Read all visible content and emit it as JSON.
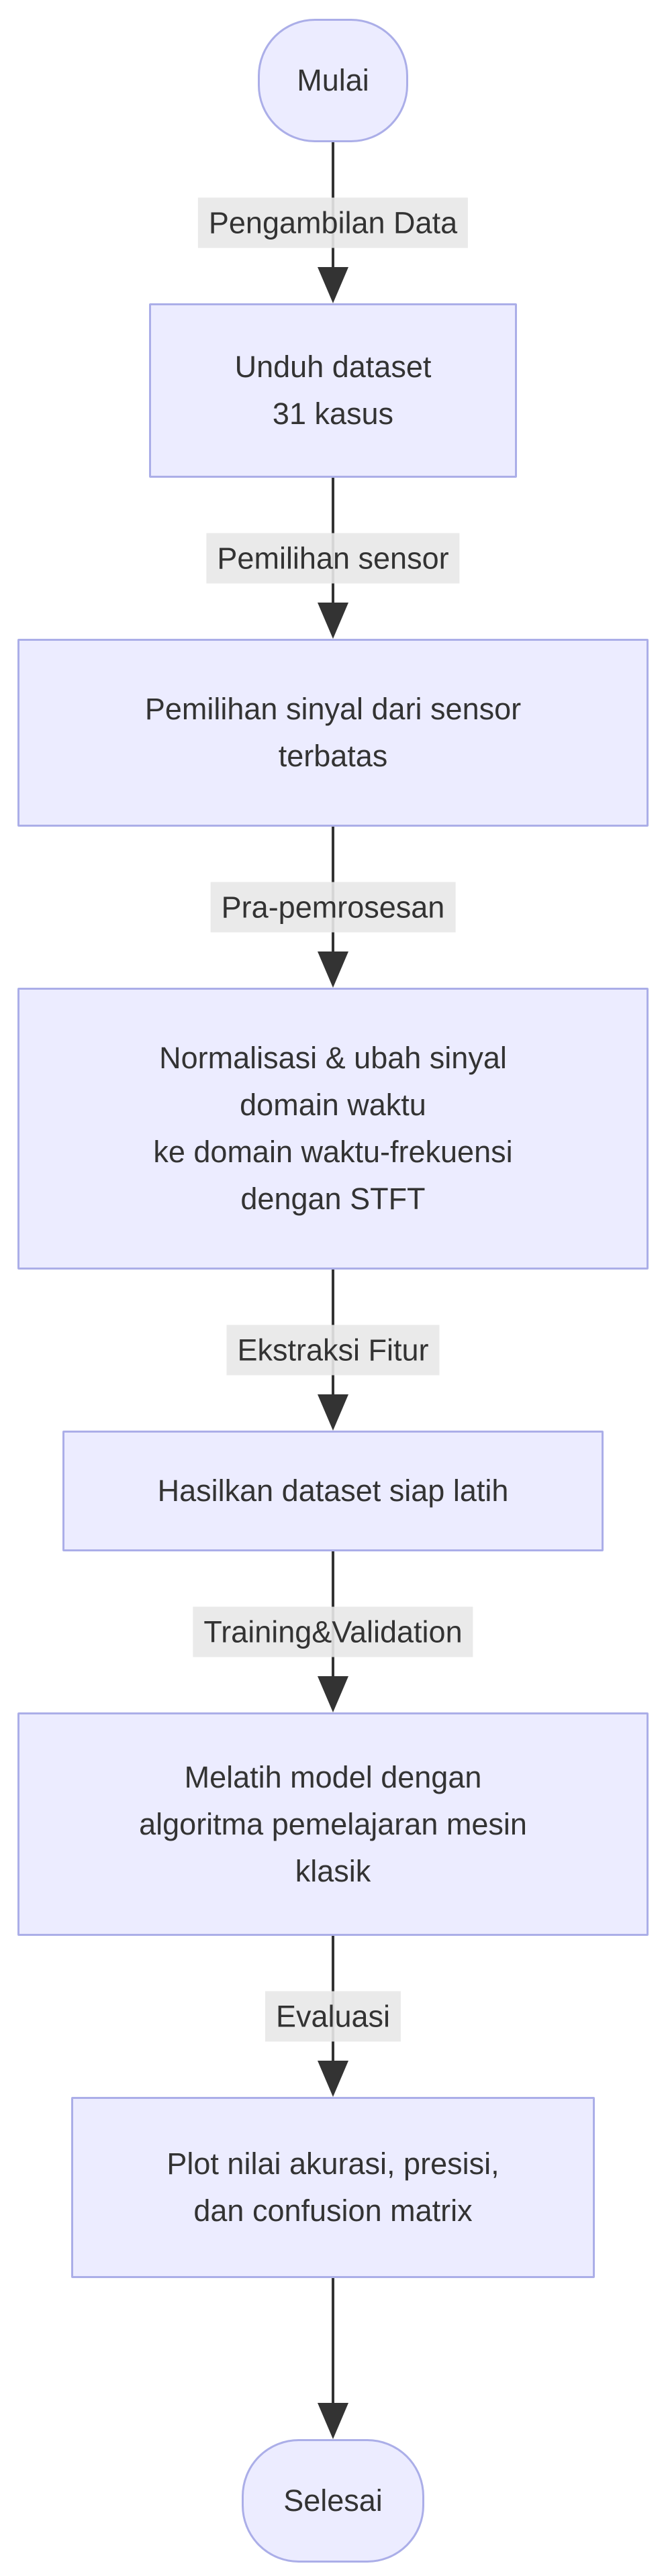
{
  "diagram": {
    "type": "flowchart",
    "direction": "top-down",
    "colors": {
      "background": "#ffffff",
      "node_fill": "#ECECFF",
      "node_border": "#ABAEE8",
      "node_text": "#333333",
      "edge_line": "#333333",
      "edge_label_bg": "#e8e8e8",
      "edge_label_text": "#333333"
    },
    "nodes": [
      {
        "shape": "stadium",
        "label": "Mulai"
      },
      {
        "shape": "rect",
        "label": "Unduh dataset\n31 kasus"
      },
      {
        "shape": "rect",
        "label": "Pemilihan sinyal dari sensor\nterbatas"
      },
      {
        "shape": "rect",
        "label": "Normalisasi & ubah sinyal\ndomain waktu\nke domain waktu-frekuensi\ndengan STFT"
      },
      {
        "shape": "rect",
        "label": "Hasilkan dataset siap latih"
      },
      {
        "shape": "rect",
        "label": "Melatih model dengan\nalgoritma pemelajaran mesin\nklasik"
      },
      {
        "shape": "rect",
        "label": "Plot nilai akurasi, presisi,\ndan confusion matrix"
      },
      {
        "shape": "stadium",
        "label": "Selesai"
      }
    ],
    "edges": [
      {
        "from": 0,
        "to": 1,
        "label": "Pengambilan Data"
      },
      {
        "from": 1,
        "to": 2,
        "label": "Pemilihan sensor"
      },
      {
        "from": 2,
        "to": 3,
        "label": "Pra-pemrosesan"
      },
      {
        "from": 3,
        "to": 4,
        "label": "Ekstraksi Fitur"
      },
      {
        "from": 4,
        "to": 5,
        "label": "Training&Validation"
      },
      {
        "from": 5,
        "to": 6,
        "label": "Evaluasi"
      },
      {
        "from": 6,
        "to": 7
      }
    ]
  }
}
